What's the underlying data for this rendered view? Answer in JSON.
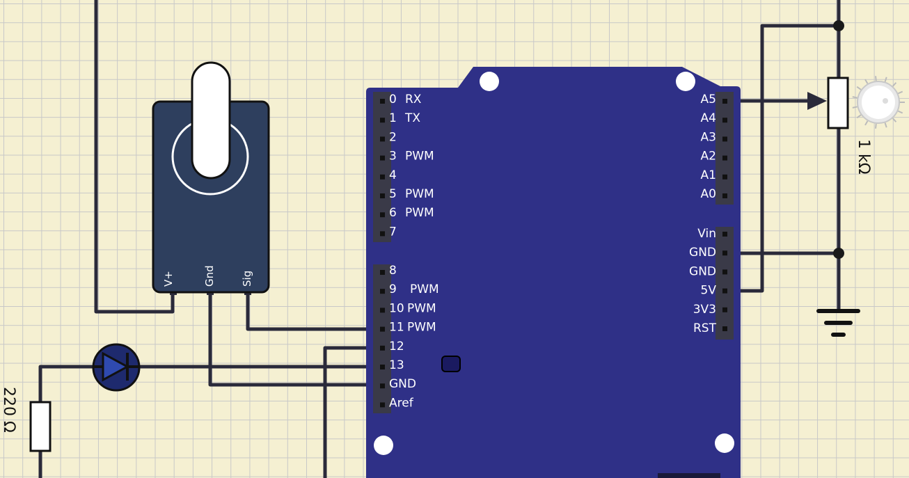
{
  "colors": {
    "board": "#2f3087",
    "servo": "#2e3f5e",
    "wire": "#2a2a3a",
    "led": "#1e2a6e",
    "grid_bg": "#f5f0d2"
  },
  "arduino": {
    "digital_pins": [
      {
        "num": "0",
        "fn": "RX"
      },
      {
        "num": "1",
        "fn": "TX"
      },
      {
        "num": "2",
        "fn": ""
      },
      {
        "num": "3",
        "fn": "PWM"
      },
      {
        "num": "4",
        "fn": ""
      },
      {
        "num": "5",
        "fn": "PWM"
      },
      {
        "num": "6",
        "fn": "PWM"
      },
      {
        "num": "7",
        "fn": ""
      }
    ],
    "lower_pins": [
      {
        "num": "8",
        "fn": ""
      },
      {
        "num": "9",
        "fn": "PWM"
      },
      {
        "num": "10",
        "fn": "PWM"
      },
      {
        "num": "11",
        "fn": "PWM"
      },
      {
        "num": "12",
        "fn": ""
      },
      {
        "num": "13",
        "fn": ""
      },
      {
        "num": "GND",
        "fn": ""
      },
      {
        "num": "Aref",
        "fn": ""
      }
    ],
    "analog_pins": [
      "A5",
      "A4",
      "A3",
      "A2",
      "A1",
      "A0"
    ],
    "power_pins": [
      "Vin",
      "GND",
      "GND",
      "5V",
      "3V3",
      "RST"
    ]
  },
  "servo": {
    "pins": [
      "V+",
      "Gnd",
      "Sig"
    ]
  },
  "resistor": {
    "value": "220 Ω"
  },
  "potentiometer": {
    "value": "1 kΩ"
  },
  "led": {
    "icon": "diode-icon"
  },
  "ground": {
    "icon": "ground-icon"
  }
}
